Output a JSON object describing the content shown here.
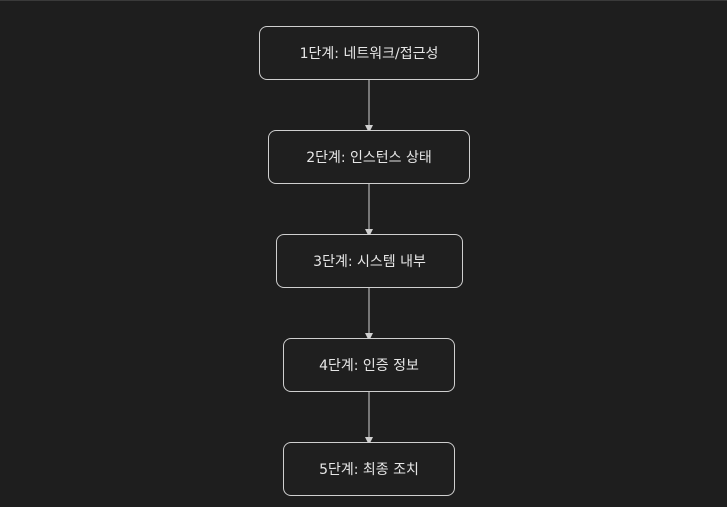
{
  "diagram": {
    "nodes": [
      {
        "id": "step1",
        "label": "1단계: 네트워크/접근성"
      },
      {
        "id": "step2",
        "label": "2단계: 인스턴스 상태"
      },
      {
        "id": "step3",
        "label": "3단계: 시스템 내부"
      },
      {
        "id": "step4",
        "label": "4단계: 인증 정보"
      },
      {
        "id": "step5",
        "label": "5단계: 최종 조치"
      }
    ],
    "edges": [
      {
        "from": "step1",
        "to": "step2"
      },
      {
        "from": "step2",
        "to": "step3"
      },
      {
        "from": "step3",
        "to": "step4"
      },
      {
        "from": "step4",
        "to": "step5"
      }
    ],
    "colors": {
      "background": "#1e1e1e",
      "node_border": "#cfcfcf",
      "node_fill": "#1f1f1f",
      "text": "#e6e6e6",
      "edge": "#d0d0d0"
    }
  }
}
